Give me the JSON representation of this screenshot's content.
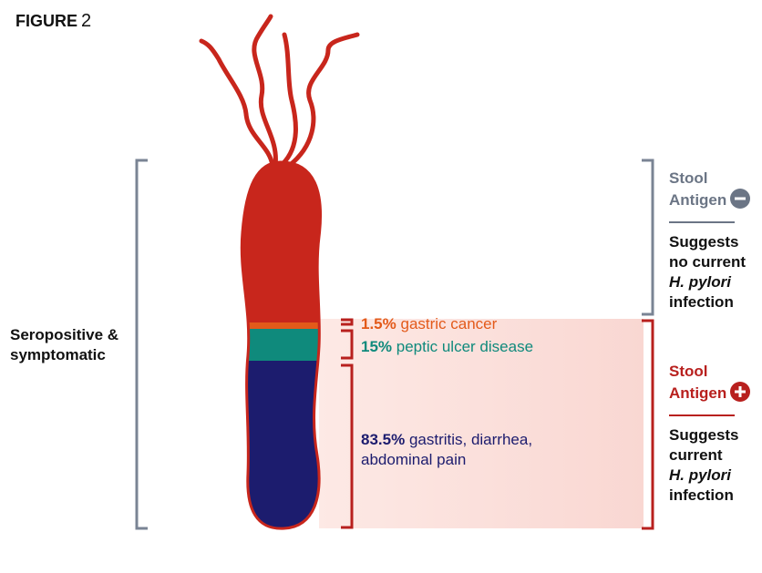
{
  "figure": {
    "word": "FIGURE",
    "number": "2"
  },
  "left_label": {
    "line1": "Seropositive &",
    "line2": "symptomatic"
  },
  "segments": {
    "cancer": {
      "percent": "1.5%",
      "label": "gastric cancer",
      "color": "#e35a1a"
    },
    "ulcer": {
      "percent": "15%",
      "label": "peptic ulcer disease",
      "color": "#0f8a7c"
    },
    "gastritis": {
      "percent": "83.5%",
      "label_line1": "gastritis, diarrhea,",
      "label_line2": "abdominal pain",
      "color": "#1c1c6e"
    }
  },
  "stool_negative": {
    "title_line1": "Stool",
    "title_line2": "Antigen",
    "suggests": [
      "Suggests",
      "no current"
    ],
    "organism": "H. pylori",
    "tail": "infection",
    "color": "#6b7585"
  },
  "stool_positive": {
    "title_line1": "Stool",
    "title_line2": "Antigen",
    "suggests": [
      "Suggests",
      "current"
    ],
    "organism": "H. pylori",
    "tail": "infection",
    "color": "#b8201e"
  },
  "colors": {
    "bacterium_body": "#c8261c",
    "bacterium_outline": "#b8201e",
    "neg_bracket": "#7a8494",
    "pos_bracket": "#b8201e",
    "seropositive_bracket": "#7a8494"
  }
}
